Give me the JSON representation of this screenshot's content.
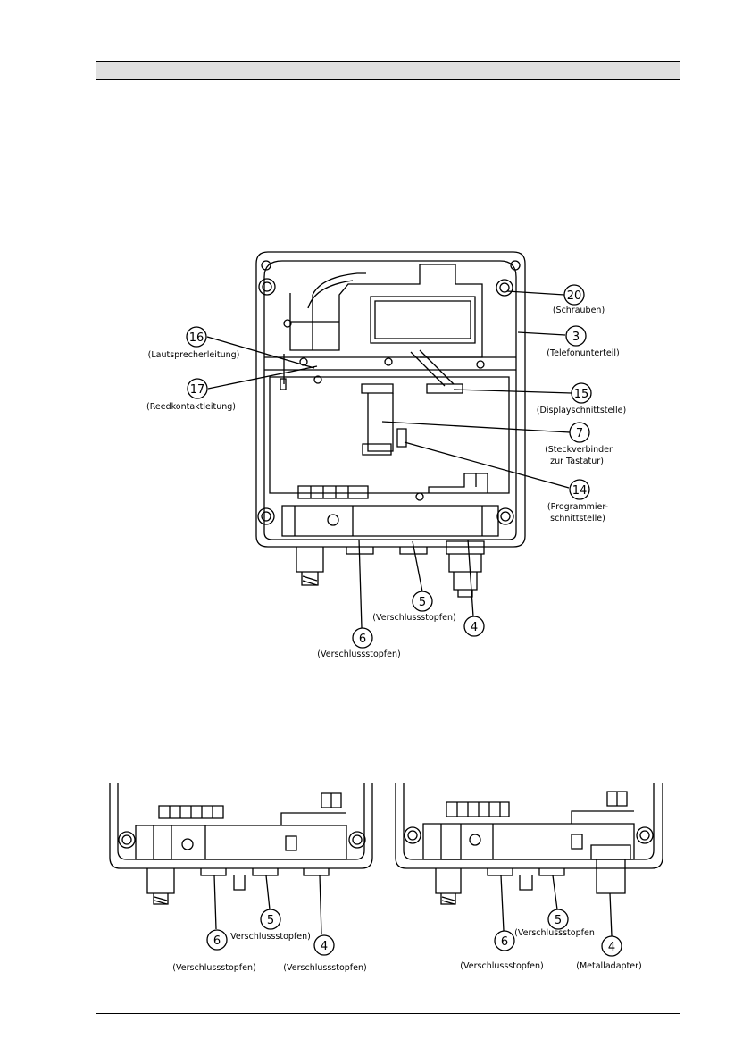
{
  "main": {
    "callouts": {
      "c20": {
        "number": "20",
        "label": "(Schrauben)"
      },
      "c3": {
        "number": "3",
        "label": "(Telefonunterteil)"
      },
      "c16": {
        "number": "16",
        "label": "(Lautsprecherleitung)"
      },
      "c17": {
        "number": "17",
        "label": "(Reedkontaktleitung)"
      },
      "c15": {
        "number": "15",
        "label": "(Displayschnittstelle)"
      },
      "c7": {
        "number": "7",
        "label1": "(Steckverbinder",
        "label2": "zur Tastatur)"
      },
      "c14": {
        "number": "14",
        "label1": "(Programmier-",
        "label2": "schnittstelle)"
      },
      "c5": {
        "number": "5",
        "label": "(Verschlussstopfen)"
      },
      "c6": {
        "number": "6",
        "label": "(Verschlussstopfen)"
      },
      "c4": {
        "number": "4"
      }
    }
  },
  "bottom_left": {
    "c6": {
      "number": "6",
      "label": "(Verschlussstopfen)"
    },
    "c5": {
      "number": "5",
      "label": "Verschlussstopfen)"
    },
    "c4": {
      "number": "4",
      "label": "(Verschlussstopfen)"
    }
  },
  "bottom_right": {
    "c6": {
      "number": "6",
      "label": "(Verschlussstopfen)"
    },
    "c5": {
      "number": "5",
      "label": "(Verschlussstopfen"
    },
    "c4": {
      "number": "4",
      "label": "(Metalladapter)"
    }
  }
}
